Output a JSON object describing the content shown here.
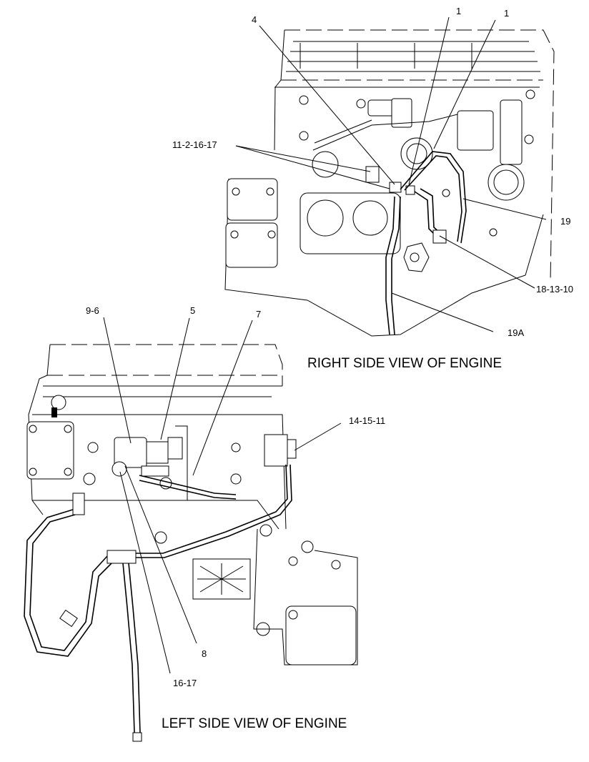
{
  "callouts": {
    "c4": "4",
    "c1a": "1",
    "c1b": "1",
    "c11_2_16_17": "11-2-16-17",
    "c19": "19",
    "c18_13_10": "18-13-10",
    "c19a": "19A",
    "c9_6": "9-6",
    "c5": "5",
    "c7": "7",
    "c14_15_11": "14-15-11",
    "c8": "8",
    "c16_17": "16-17"
  },
  "captions": {
    "right_view": "RIGHT SIDE VIEW OF ENGINE",
    "left_view": "LEFT SIDE VIEW OF ENGINE"
  }
}
